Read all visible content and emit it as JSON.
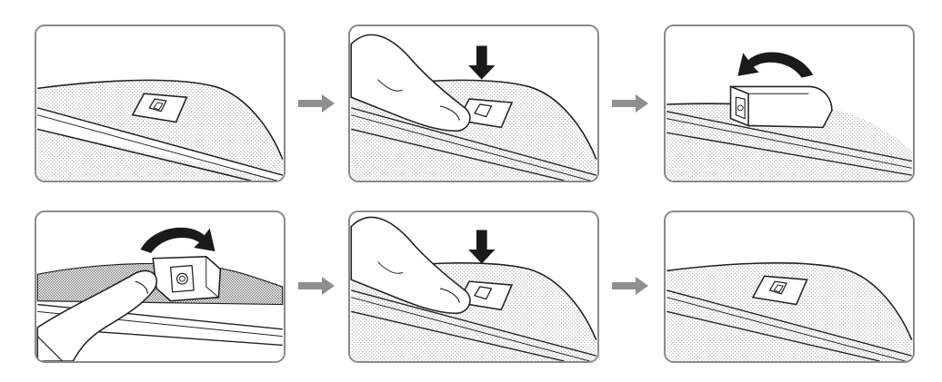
{
  "diagram": {
    "description_steps": [
      {
        "id": 1,
        "state": "camera-retracted"
      },
      {
        "id": 2,
        "state": "press-down"
      },
      {
        "id": 3,
        "state": "camera-popped-up"
      },
      {
        "id": 4,
        "state": "rotate-camera"
      },
      {
        "id": 5,
        "state": "press-down"
      },
      {
        "id": 6,
        "state": "camera-retracted"
      }
    ],
    "icons": {
      "flow": "arrow-right-icon",
      "press": "arrow-down-icon",
      "rotate_back": "curved-arrow-left-icon",
      "rotate_forward": "curved-arrow-right-icon"
    },
    "colors": {
      "frame": "#8a8a8a",
      "arrow": "#8f8f8f",
      "line": "#222222",
      "texture": "#9a9a9a"
    }
  }
}
